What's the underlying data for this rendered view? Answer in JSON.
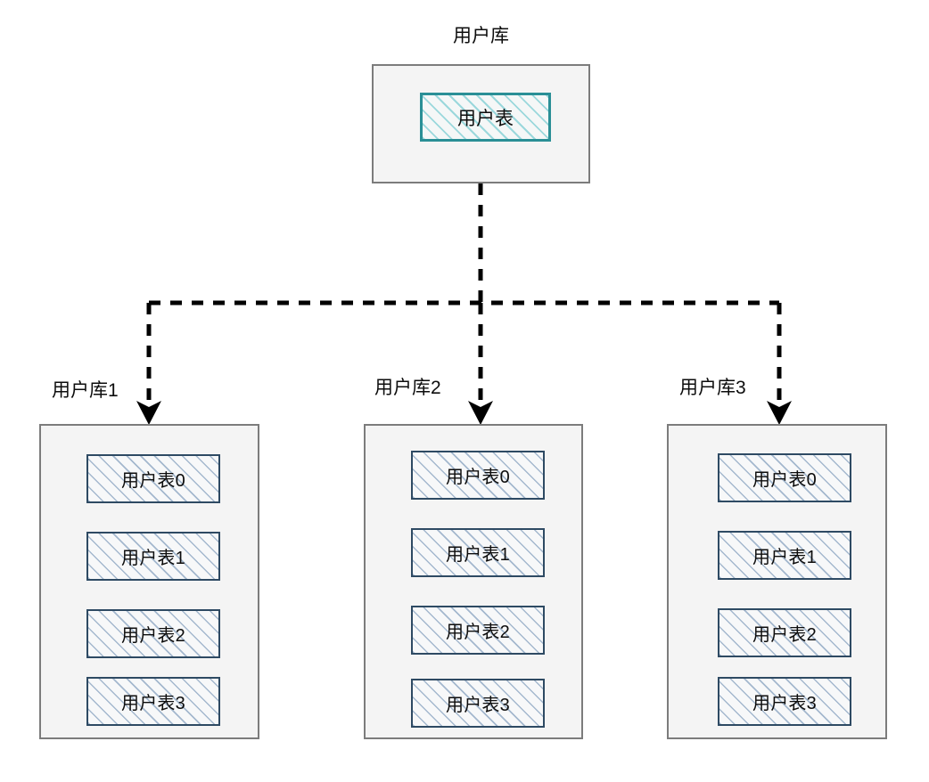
{
  "diagram": {
    "title": "用户库",
    "type": "database-sharding-diagram",
    "root": {
      "caption": "用户库",
      "table": "用户表"
    },
    "shards": [
      {
        "caption": "用户库1",
        "tables": [
          "用户表0",
          "用户表1",
          "用户表2",
          "用户表3"
        ]
      },
      {
        "caption": "用户库2",
        "tables": [
          "用户表0",
          "用户表1",
          "用户表2",
          "用户表3"
        ]
      },
      {
        "caption": "用户库3",
        "tables": [
          "用户表0",
          "用户表1",
          "用户表2",
          "用户表3"
        ]
      }
    ],
    "colors": {
      "container_border": "#7c7c7c",
      "container_fill": "#f4f4f4",
      "root_table_border": "#2a8f96",
      "root_table_hatch": "#96d6db",
      "shard_table_border": "#2e4a63",
      "shard_table_hatch": "#a0b4cc",
      "connector": "#000000",
      "text": "#0d0d0d",
      "background": "#ffffff"
    }
  }
}
